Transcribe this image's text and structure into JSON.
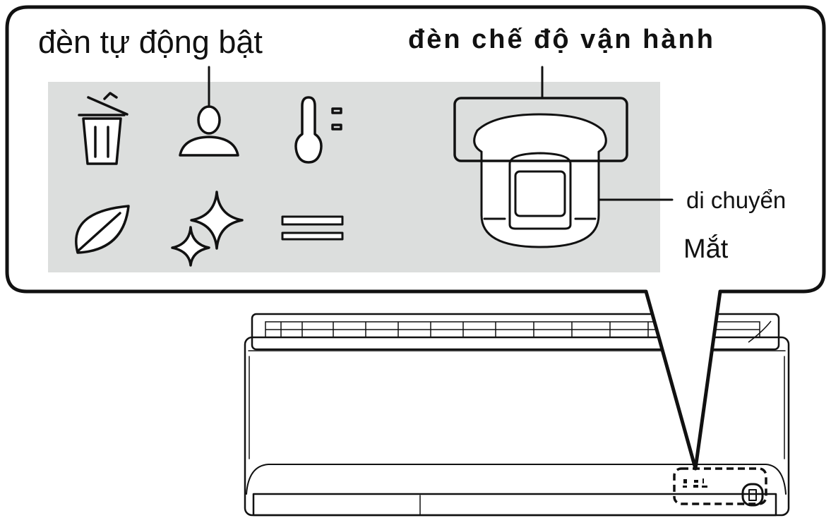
{
  "labels": {
    "auto_on_lamp": "đèn tự động bật",
    "operation_mode_lamp": "đèn chế độ vận hành",
    "moving": "di chuyển",
    "eye": "Mắt"
  },
  "colors": {
    "panel": "#dcdedd",
    "line": "#111111",
    "background": "#ffffff"
  },
  "icons": [
    "trash-icon",
    "person-icon",
    "thermometer-icon",
    "leaf-icon",
    "sparkle-icon",
    "bars-icon"
  ]
}
